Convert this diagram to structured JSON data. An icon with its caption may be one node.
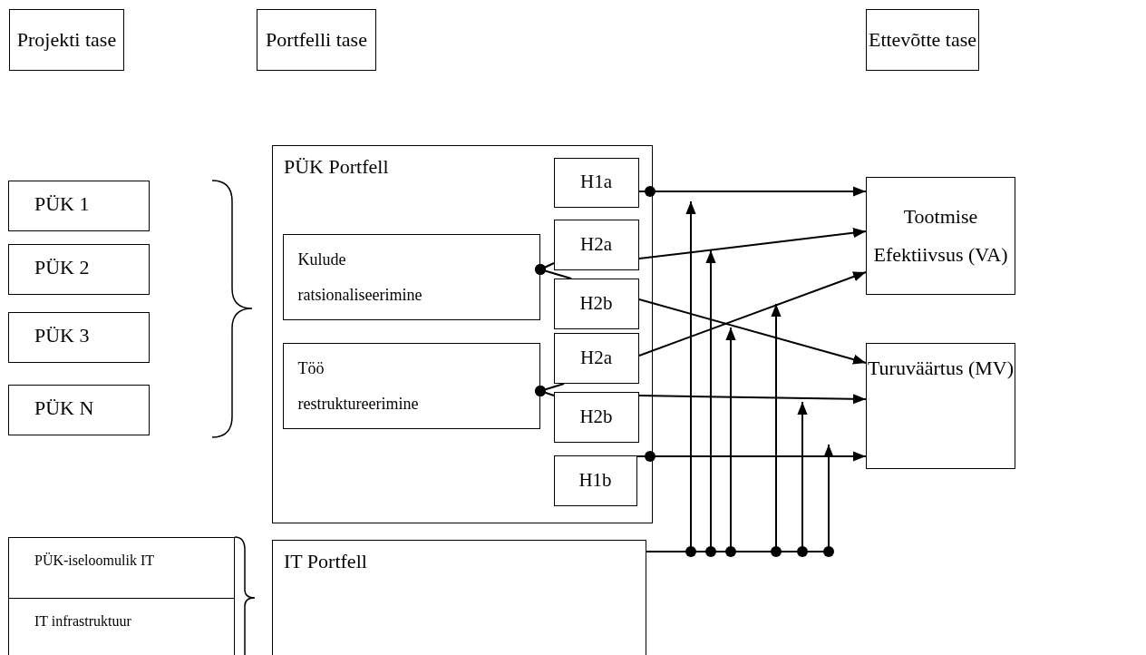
{
  "diagram": {
    "nodes": [
      {
        "text": [
          "Projekti tase"
        ]
      },
      {
        "text": [
          "Portfelli tase"
        ]
      },
      {
        "text": [
          "Ettevõtte tase"
        ]
      },
      {
        "text": [
          "PÜK Portfell"
        ]
      },
      {
        "text": [
          "H1a"
        ],
        "in": 3
      },
      {
        "text": [
          "Kulude ratsionaliseerimine"
        ],
        "in": 3
      },
      {
        "text": [
          "H2a"
        ],
        "in": 3
      },
      {
        "text": [
          "H2b"
        ],
        "in": 3
      },
      {
        "text": [
          "Töö restruktureerimine"
        ],
        "in": 3
      },
      {
        "text": [
          "H2a"
        ],
        "in": 3
      },
      {
        "text": [
          "H2b"
        ],
        "in": 3
      },
      {
        "text": [
          "H1b"
        ],
        "in": 3
      },
      {
        "text": [
          "Tootmise Efektiivsus (VA)"
        ]
      },
      {
        "text": [
          "Turuväärtus (MV)"
        ]
      },
      {
        "text": [
          "PÜK 1"
        ]
      },
      {
        "text": [
          "PÜK 2"
        ]
      },
      {
        "text": [
          "PÜK 3"
        ]
      },
      {
        "text": [
          "PÜK N"
        ]
      },
      {
        "text": [
          "PÜK-iseloomulik IT"
        ]
      },
      {
        "text": [
          "IT infrastruktuur"
        ]
      },
      {
        "text": [
          "IT Portfell"
        ]
      }
    ],
    "edges": [
      {
        "from": 4,
        "to": 12,
        "arrow": "to"
      },
      {
        "from": 5,
        "to": 6,
        "arrow": "other"
      },
      {
        "from": 5,
        "to": 7,
        "arrow": "other"
      },
      {
        "from": 6,
        "to": 12,
        "arrow": "to"
      },
      {
        "from": 7,
        "to": 13,
        "arrow": "to"
      },
      {
        "from": 8,
        "to": 9,
        "arrow": "other"
      },
      {
        "from": 8,
        "to": 10,
        "arrow": "other"
      },
      {
        "from": 9,
        "to": 12,
        "arrow": "to"
      },
      {
        "from": 10,
        "to": 13,
        "arrow": "to"
      },
      {
        "from": 11,
        "to": 13,
        "arrow": "to"
      },
      {
        "from": 20,
        "to": null,
        "arrow": "to"
      },
      {
        "from": 20,
        "to": null,
        "arrow": "to"
      },
      {
        "from": 20,
        "to": null,
        "arrow": "to"
      },
      {
        "from": 20,
        "to": null,
        "arrow": "to"
      },
      {
        "from": 20,
        "to": null,
        "arrow": "to"
      },
      {
        "from": 20,
        "to": null,
        "arrow": "to"
      }
    ]
  }
}
